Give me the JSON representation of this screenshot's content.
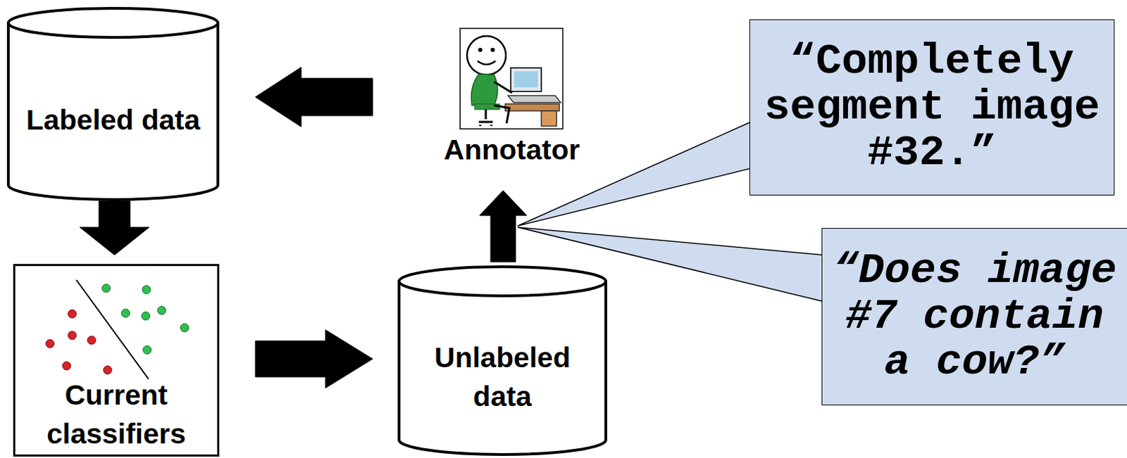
{
  "diagram": {
    "nodes": [
      {
        "text": [
          "Labeled data"
        ]
      },
      {
        "text": [
          "Annotator"
        ]
      },
      {
        "text": [
          "Current classifiers"
        ]
      },
      {
        "text": [
          "Unlabeled data"
        ]
      },
      {
        "text": [
          "“Completely segment image #32.”"
        ]
      },
      {
        "text": [
          "“Does image #7 contain a cow?”"
        ]
      }
    ],
    "edges": [
      {
        "from": 1,
        "to": 0,
        "arrow": "to"
      },
      {
        "from": 0,
        "to": 2,
        "arrow": "to"
      },
      {
        "from": 2,
        "to": 3,
        "arrow": "to"
      },
      {
        "from": 3,
        "to": 1,
        "arrow": "to"
      }
    ]
  }
}
